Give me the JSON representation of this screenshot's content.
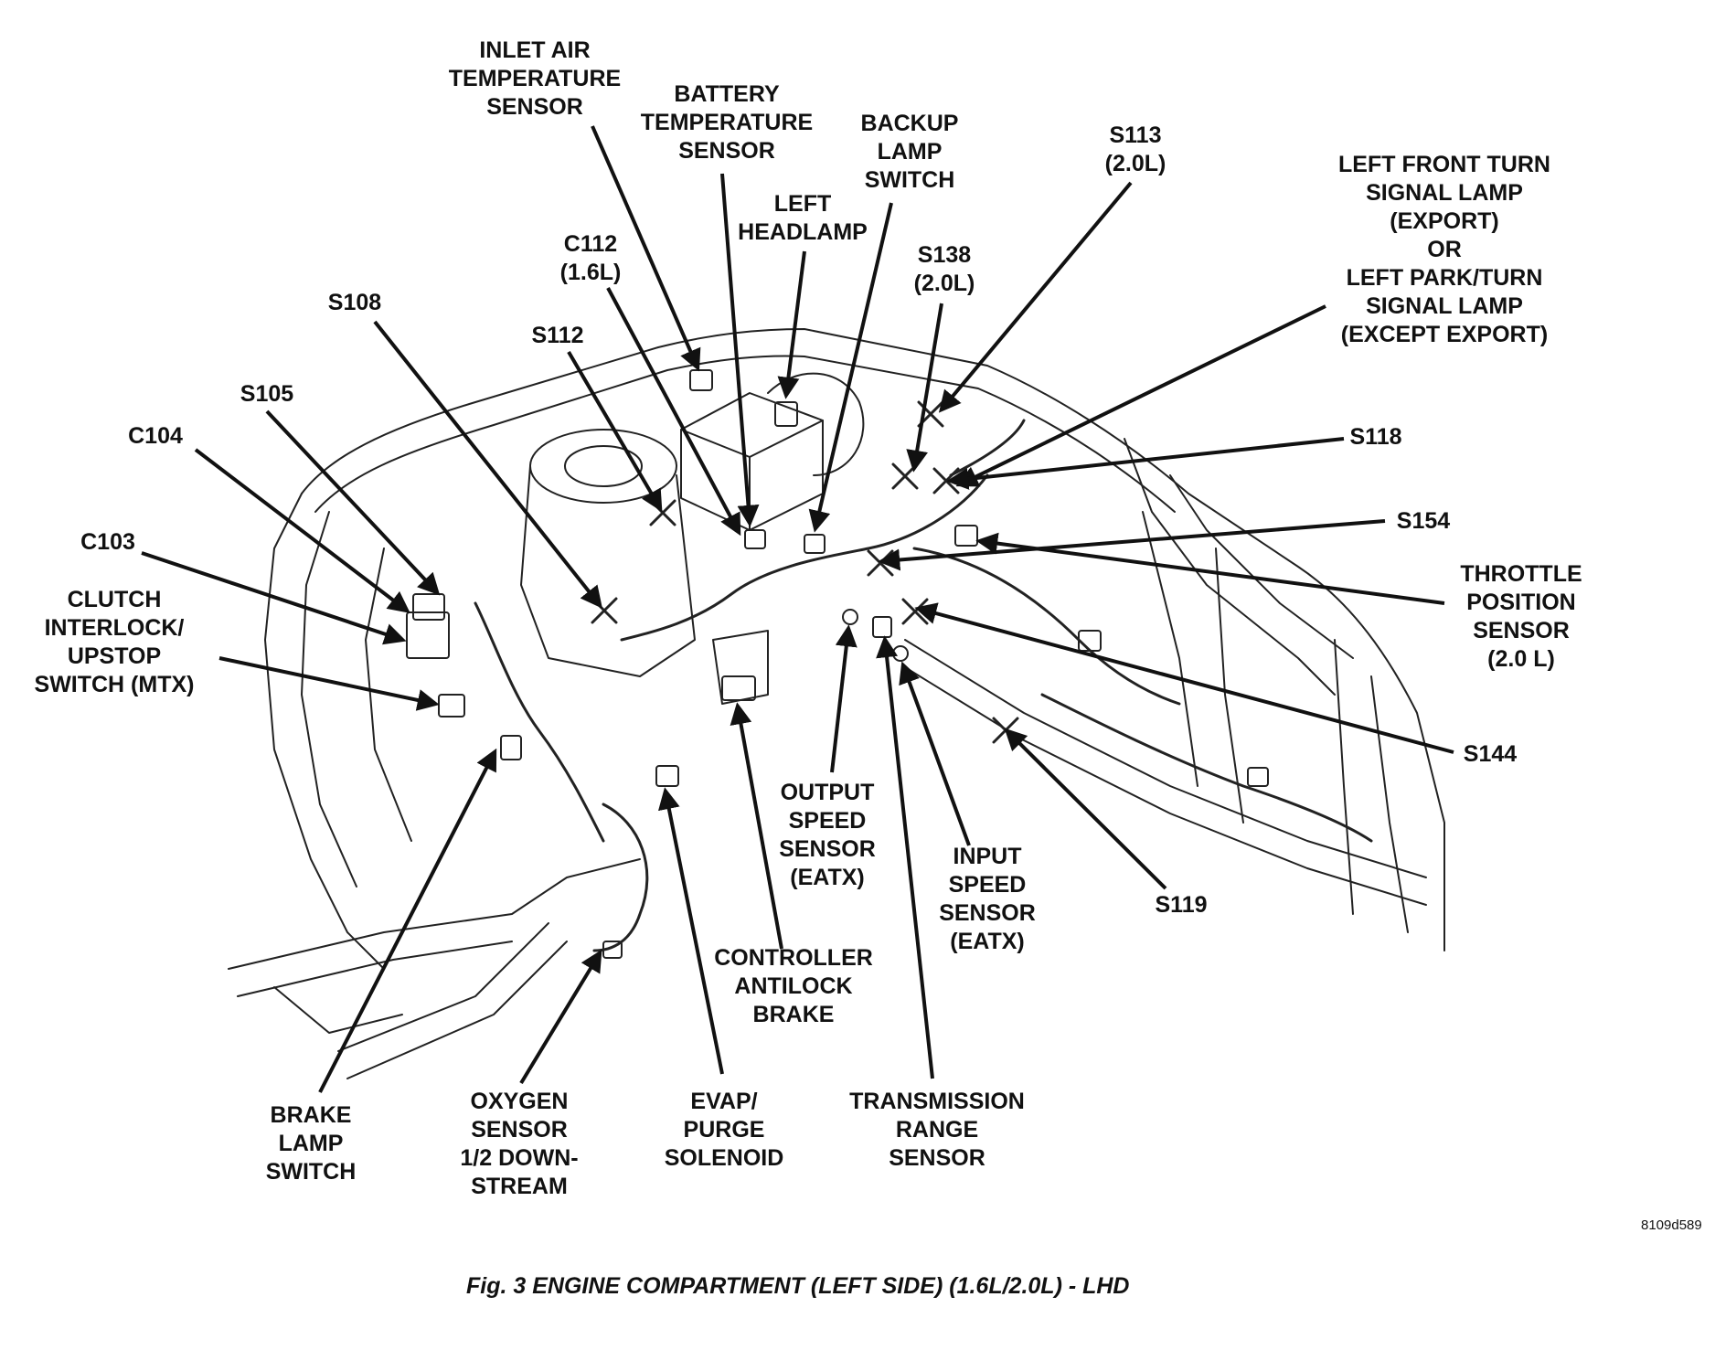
{
  "figure": {
    "caption": "Fig. 3 ENGINE COMPARTMENT (LEFT SIDE) (1.6L/2.0L) - LHD",
    "code": "8109d589"
  },
  "labels": {
    "inlet_air_temperature_sensor": "INLET AIR\nTEMPERATURE\nSENSOR",
    "battery_temperature_sensor": "BATTERY\nTEMPERATURE\nSENSOR",
    "backup_lamp_switch": "BACKUP\nLAMP\nSWITCH",
    "s113": "S113\n(2.0L)",
    "left_front_turn_signal": "LEFT FRONT TURN\nSIGNAL LAMP\n(EXPORT)\nOR\nLEFT PARK/TURN\nSIGNAL LAMP\n(EXCEPT EXPORT)",
    "left_headlamp": "LEFT\nHEADLAMP",
    "c112": "C112\n(1.6L)",
    "s138": "S138\n(2.0L)",
    "s108": "S108",
    "s112": "S112",
    "s105": "S105",
    "c104": "C104",
    "c103": "C103",
    "clutch_interlock": "CLUTCH\nINTERLOCK/\nUPSTOP\nSWITCH (MTX)",
    "s118": "S118",
    "s154": "S154",
    "throttle_position_sensor": "THROTTLE\nPOSITION\nSENSOR\n(2.0 L)",
    "s144": "S144",
    "output_speed_sensor": "OUTPUT\nSPEED\nSENSOR\n(EATX)",
    "input_speed_sensor": "INPUT\nSPEED\nSENSOR\n(EATX)",
    "s119": "S119",
    "controller_antilock_brake": "CONTROLLER\nANTILOCK\nBRAKE",
    "brake_lamp_switch": "BRAKE\nLAMP\nSWITCH",
    "oxygen_sensor": "OXYGEN\nSENSOR\n1/2 DOWN-\nSTREAM",
    "evap_purge_solenoid": "EVAP/\nPURGE\nSOLENOID",
    "transmission_range_sensor": "TRANSMISSION\nRANGE\nSENSOR"
  }
}
